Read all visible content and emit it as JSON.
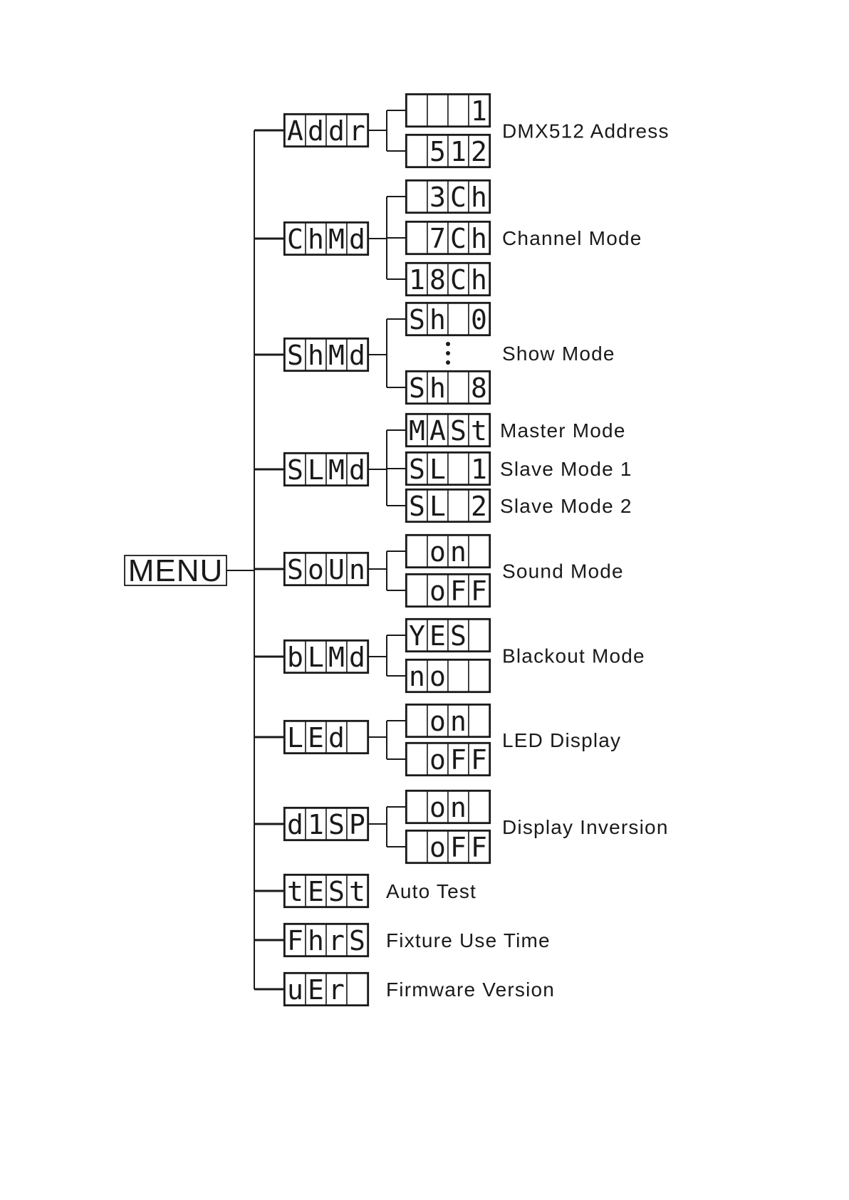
{
  "root": {
    "label": "MENU"
  },
  "menu": [
    {
      "id": "addr",
      "code": [
        "A",
        "d",
        "d",
        "r"
      ],
      "label": "DMX512 Address",
      "label_row": "between",
      "options": [
        {
          "cells": [
            "",
            "",
            "",
            "1"
          ]
        },
        {
          "cells": [
            "",
            "5",
            "1",
            "2"
          ]
        }
      ],
      "ellipsis_after": -1
    },
    {
      "id": "chmd",
      "code": [
        "C",
        "h",
        "M",
        "d"
      ],
      "label": "Channel Mode",
      "label_row": 1,
      "options": [
        {
          "cells": [
            "",
            "3",
            "C",
            "h"
          ]
        },
        {
          "cells": [
            "",
            "7",
            "C",
            "h"
          ]
        },
        {
          "cells": [
            "1",
            "8",
            "C",
            "h"
          ]
        }
      ],
      "ellipsis_after": -1
    },
    {
      "id": "shmd",
      "code": [
        "S",
        "h",
        "M",
        "d"
      ],
      "label": "Show Mode",
      "label_row": "ellipsis",
      "options": [
        {
          "cells": [
            "S",
            "h",
            "",
            "0"
          ]
        },
        {
          "cells": [
            "S",
            "h",
            "",
            "8"
          ]
        }
      ],
      "ellipsis_after": 0
    },
    {
      "id": "slmd",
      "code": [
        "S",
        "L",
        "M",
        "d"
      ],
      "label": "",
      "label_row": -1,
      "options": [
        {
          "cells": [
            "M",
            "A",
            "S",
            "t"
          ],
          "label": "Master Mode"
        },
        {
          "cells": [
            "S",
            "L",
            "",
            "1"
          ],
          "label": "Slave Mode 1"
        },
        {
          "cells": [
            "S",
            "L",
            "",
            "2"
          ],
          "label": "Slave Mode 2"
        }
      ],
      "ellipsis_after": -1
    },
    {
      "id": "soun",
      "code": [
        "S",
        "o",
        "U",
        "n"
      ],
      "label": "Sound Mode",
      "label_row": "between",
      "options": [
        {
          "cells": [
            "",
            "o",
            "n",
            ""
          ]
        },
        {
          "cells": [
            "",
            "o",
            "F",
            "F"
          ]
        }
      ],
      "ellipsis_after": -1
    },
    {
      "id": "blmd",
      "code": [
        "b",
        "L",
        "M",
        "d"
      ],
      "label": "Blackout Mode",
      "label_row": "between",
      "options": [
        {
          "cells": [
            "Y",
            "E",
            "S",
            ""
          ]
        },
        {
          "cells": [
            "n",
            "o",
            "",
            ""
          ]
        }
      ],
      "ellipsis_after": -1
    },
    {
      "id": "led",
      "code": [
        "L",
        "E",
        "d",
        ""
      ],
      "label": "LED Display",
      "label_row": "between",
      "options": [
        {
          "cells": [
            "",
            "o",
            "n",
            ""
          ]
        },
        {
          "cells": [
            "",
            "o",
            "F",
            "F"
          ]
        }
      ],
      "ellipsis_after": -1
    },
    {
      "id": "disp",
      "code": [
        "d",
        "1",
        "S",
        "P"
      ],
      "label": "Display Inversion",
      "label_row": "between",
      "options": [
        {
          "cells": [
            "",
            "o",
            "n",
            ""
          ]
        },
        {
          "cells": [
            "",
            "o",
            "F",
            "F"
          ]
        }
      ],
      "ellipsis_after": -1
    },
    {
      "id": "test",
      "code": [
        "t",
        "E",
        "S",
        "t"
      ],
      "label": "Auto Test",
      "label_row": "self",
      "options": [],
      "ellipsis_after": -1
    },
    {
      "id": "fhrs",
      "code": [
        "F",
        "h",
        "r",
        "S"
      ],
      "label": "Fixture Use Time",
      "label_row": "self",
      "options": [],
      "ellipsis_after": -1
    },
    {
      "id": "ver",
      "code": [
        "u",
        "E",
        "r",
        ""
      ],
      "label": "Firmware Version",
      "label_row": "self",
      "options": [],
      "ellipsis_after": -1
    }
  ]
}
